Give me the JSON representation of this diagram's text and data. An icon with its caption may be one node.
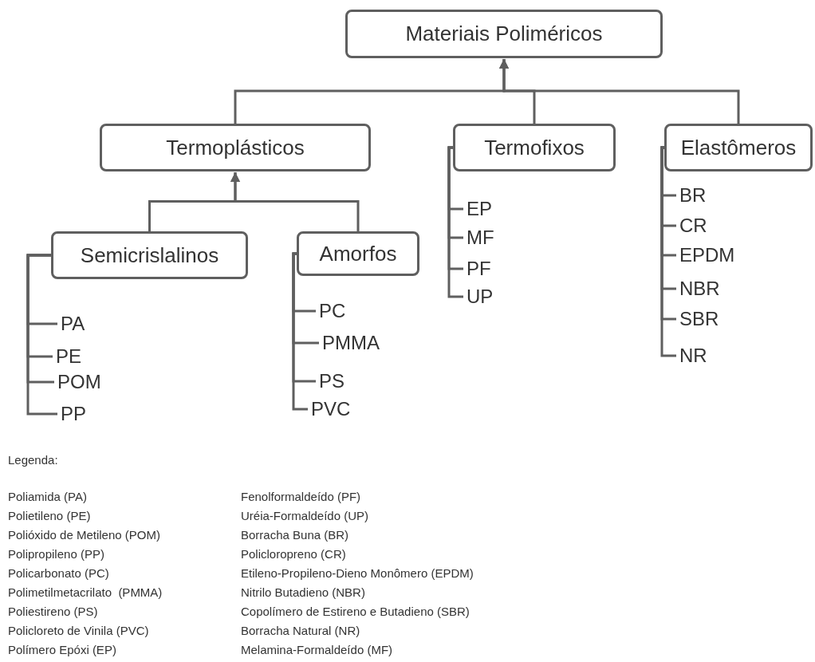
{
  "diagram": {
    "nodes": [
      {
        "text": [
          "Materiais Poliméricos"
        ]
      },
      {
        "text": [
          "Termoplásticos"
        ]
      },
      {
        "text": [
          "Termofixos"
        ]
      },
      {
        "text": [
          "Elastômeros"
        ]
      },
      {
        "text": [
          "Semicrislalinos"
        ]
      },
      {
        "text": [
          "Amorfos"
        ]
      },
      {
        "text": [
          "EP"
        ]
      },
      {
        "text": [
          "MF"
        ]
      },
      {
        "text": [
          "PF"
        ]
      },
      {
        "text": [
          "UP"
        ]
      },
      {
        "text": [
          "BR"
        ]
      },
      {
        "text": [
          "CR"
        ]
      },
      {
        "text": [
          "EPDM"
        ]
      },
      {
        "text": [
          "NBR"
        ]
      },
      {
        "text": [
          "SBR"
        ]
      },
      {
        "text": [
          "NR"
        ]
      },
      {
        "text": [
          "PA"
        ]
      },
      {
        "text": [
          "PE"
        ]
      },
      {
        "text": [
          "POM"
        ]
      },
      {
        "text": [
          "PP"
        ]
      },
      {
        "text": [
          "PC"
        ]
      },
      {
        "text": [
          "PMMA"
        ]
      },
      {
        "text": [
          "PS"
        ]
      },
      {
        "text": [
          "PVC"
        ]
      }
    ],
    "edges": [
      {
        "from": 1,
        "to": 0,
        "arrow": "to"
      },
      {
        "from": 2,
        "to": 0,
        "arrow": "to"
      },
      {
        "from": 3,
        "to": 0,
        "arrow": "to"
      },
      {
        "from": 4,
        "to": 1,
        "arrow": "to"
      },
      {
        "from": 5,
        "to": 1,
        "arrow": "to"
      },
      {
        "from": 2,
        "to": 6,
        "arrow": "none"
      },
      {
        "from": 2,
        "to": 7,
        "arrow": "none"
      },
      {
        "from": 2,
        "to": 8,
        "arrow": "none"
      },
      {
        "from": 2,
        "to": 9,
        "arrow": "none"
      },
      {
        "from": 3,
        "to": 10,
        "arrow": "none"
      },
      {
        "from": 3,
        "to": 11,
        "arrow": "none"
      },
      {
        "from": 3,
        "to": 12,
        "arrow": "none"
      },
      {
        "from": 3,
        "to": 13,
        "arrow": "none"
      },
      {
        "from": 3,
        "to": 14,
        "arrow": "none"
      },
      {
        "from": 3,
        "to": 15,
        "arrow": "none"
      },
      {
        "from": 4,
        "to": 16,
        "arrow": "none"
      },
      {
        "from": 4,
        "to": 17,
        "arrow": "none"
      },
      {
        "from": 4,
        "to": 18,
        "arrow": "none"
      },
      {
        "from": 4,
        "to": 19,
        "arrow": "none"
      },
      {
        "from": 5,
        "to": 20,
        "arrow": "none"
      },
      {
        "from": 5,
        "to": 21,
        "arrow": "none"
      },
      {
        "from": 5,
        "to": 22,
        "arrow": "none"
      },
      {
        "from": 5,
        "to": 23,
        "arrow": "none"
      }
    ],
    "labels": [
      "Legenda:",
      "Poliamida (PA)",
      "Fenolformaldeído (PF)",
      "Polietileno (PE)",
      "Uréia-Formaldeído (UP)",
      "Polióxido de Metileno (POM)",
      "Borracha Buna (BR)",
      "Polipropileno (PP)",
      "Policloropreno (CR)",
      "Policarbonato (PC)",
      "Etileno-Propileno-Dieno Monômero (EPDM)",
      "Polimetilmetacrilato  (PMMA)",
      "Nitrilo Butadieno (NBR)",
      "Poliestireno (PS)",
      "Copolímero de Estireno e Butadieno (SBR)",
      "Policloreto de Vinila (PVC)",
      "Borracha Natural (NR)",
      "Polímero Epóxi (EP)",
      "Melamina-Formaldeído (MF)"
    ]
  }
}
